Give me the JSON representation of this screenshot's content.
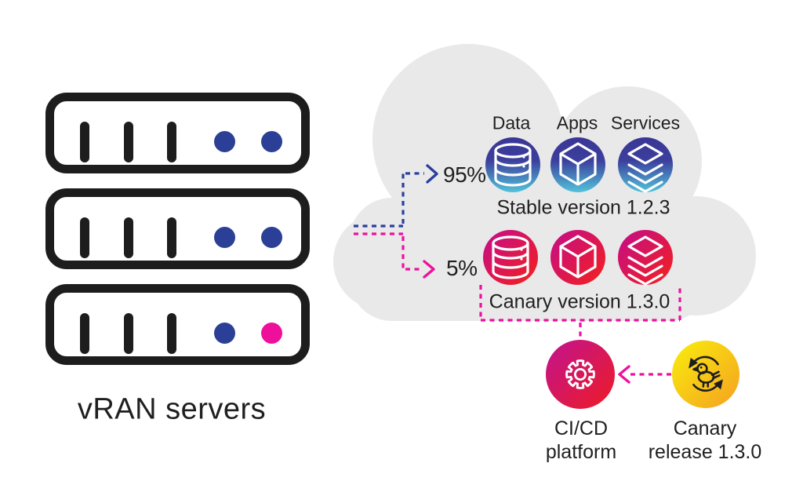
{
  "colors": {
    "text": "#1f1f1f",
    "cloud": "#e9e9ea",
    "server_outline": "#1d1d1d",
    "dot_blue": "#2b3f96",
    "dot_pink": "#ee109b",
    "dash_blue": "#2b3f9e",
    "dash_pink": "#ed109c",
    "stable_top": "#3a3795",
    "stable_mid": "#3c3f9d",
    "stable_bottom": "#52c3da",
    "canary_from": "#c70e82",
    "canary_to": "#ef1f26",
    "cicd_from": "#c11390",
    "cicd_to": "#ee1c24",
    "release_from": "#f9ee0c",
    "release_to": "#f5a021"
  },
  "servers": {
    "label": "vRAN servers",
    "racks": [
      {
        "dots": [
          "blue",
          "blue"
        ]
      },
      {
        "dots": [
          "blue",
          "blue"
        ]
      },
      {
        "dots": [
          "blue",
          "pink"
        ]
      }
    ]
  },
  "cloud": {
    "column_labels": [
      "Data",
      "Apps",
      "Services"
    ],
    "stable_row": {
      "traffic_share": "95%",
      "label": "Stable version 1.2.3",
      "icons": [
        "database-icon",
        "cube-icon",
        "layers-icon"
      ]
    },
    "canary_row": {
      "traffic_share": "5%",
      "label": "Canary version 1.3.0",
      "icons": [
        "database-icon",
        "cube-icon",
        "layers-icon"
      ]
    }
  },
  "pipeline": {
    "cicd": {
      "icon": "gear-icon",
      "label_line1": "CI/CD",
      "label_line2": "platform"
    },
    "release": {
      "icon": "canary-bird-icon",
      "label_line1": "Canary",
      "label_line2": "release 1.3.0"
    }
  }
}
